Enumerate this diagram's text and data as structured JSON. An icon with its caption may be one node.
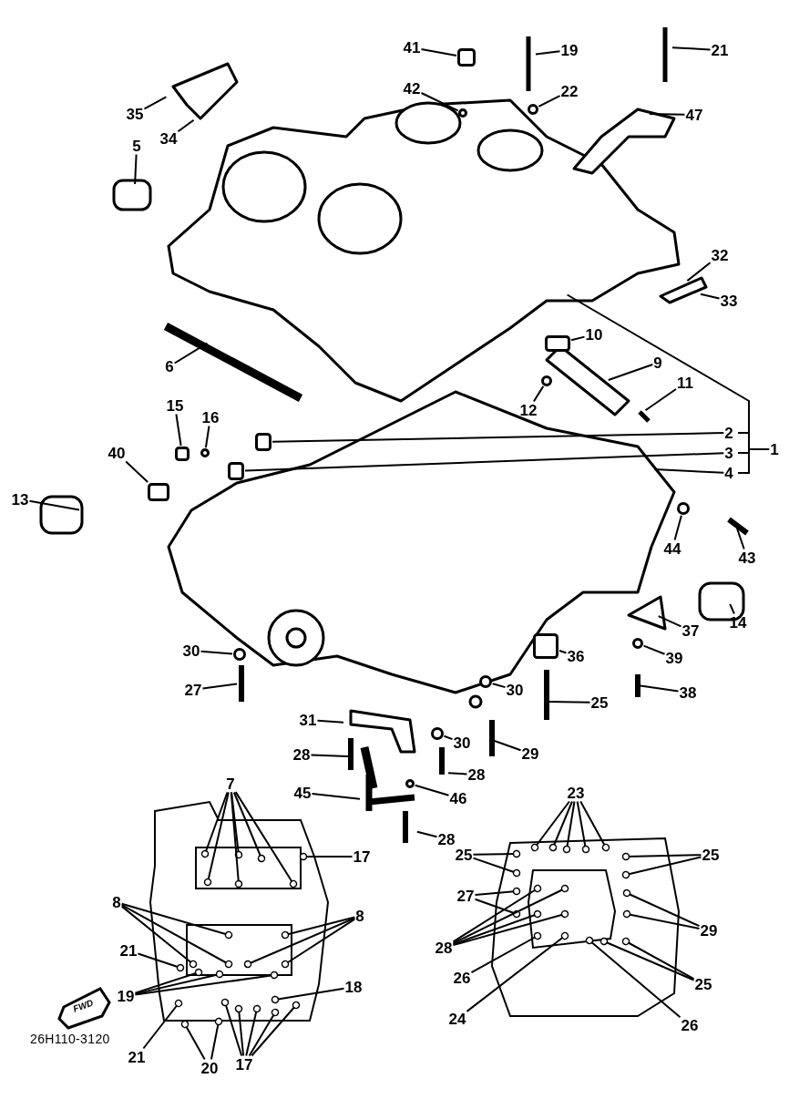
{
  "diagram": {
    "nodes": [
      {
        "text": [
          "41"
        ]
      },
      {
        "text": [
          "19"
        ]
      },
      {
        "text": [
          "21"
        ]
      },
      {
        "text": [
          "42"
        ]
      },
      {
        "text": [
          "22"
        ]
      },
      {
        "text": [
          "47"
        ]
      },
      {
        "text": [
          "35"
        ]
      },
      {
        "text": [
          "34"
        ]
      },
      {
        "text": [
          "5"
        ]
      },
      {
        "text": [
          "32"
        ]
      },
      {
        "text": [
          "33"
        ]
      },
      {
        "text": [
          "10"
        ]
      },
      {
        "text": [
          "9"
        ]
      },
      {
        "text": [
          "6"
        ]
      },
      {
        "text": [
          "12"
        ]
      },
      {
        "text": [
          "11"
        ]
      },
      {
        "text": [
          "15"
        ]
      },
      {
        "text": [
          "16"
        ]
      },
      {
        "text": [
          "2"
        ]
      },
      {
        "text": [
          "1"
        ]
      },
      {
        "text": [
          "3"
        ]
      },
      {
        "text": [
          "4"
        ]
      },
      {
        "text": [
          "40"
        ]
      },
      {
        "text": [
          "13"
        ]
      },
      {
        "text": [
          "44"
        ]
      },
      {
        "text": [
          "43"
        ]
      },
      {
        "text": [
          "37"
        ]
      },
      {
        "text": [
          "14"
        ]
      },
      {
        "text": [
          "36"
        ]
      },
      {
        "text": [
          "30"
        ]
      },
      {
        "text": [
          "39"
        ]
      },
      {
        "text": [
          "27"
        ]
      },
      {
        "text": [
          "38"
        ]
      },
      {
        "text": [
          "30"
        ]
      },
      {
        "text": [
          "25"
        ]
      },
      {
        "text": [
          "31"
        ]
      },
      {
        "text": [
          "30"
        ]
      },
      {
        "text": [
          "29"
        ]
      },
      {
        "text": [
          "28"
        ]
      },
      {
        "text": [
          "28"
        ]
      },
      {
        "text": [
          "45"
        ]
      },
      {
        "text": [
          "46"
        ]
      },
      {
        "text": [
          "28"
        ]
      },
      {
        "text": [
          "7"
        ]
      },
      {
        "text": [
          "17"
        ]
      },
      {
        "text": [
          "23"
        ]
      },
      {
        "text": [
          "25"
        ]
      },
      {
        "text": [
          "25"
        ]
      },
      {
        "text": [
          "27"
        ]
      },
      {
        "text": [
          "8"
        ]
      },
      {
        "text": [
          "8"
        ]
      },
      {
        "text": [
          "21"
        ]
      },
      {
        "text": [
          "28"
        ]
      },
      {
        "text": [
          "29"
        ]
      },
      {
        "text": [
          "19"
        ]
      },
      {
        "text": [
          "18"
        ]
      },
      {
        "text": [
          "26"
        ]
      },
      {
        "text": [
          "25"
        ]
      },
      {
        "text": [
          "24"
        ]
      },
      {
        "text": [
          "26"
        ]
      },
      {
        "text": [
          "21"
        ]
      },
      {
        "text": [
          "20"
        ]
      },
      {
        "text": [
          "17"
        ]
      },
      {
        "text": [],
        "shape": "box"
      },
      {
        "text": [],
        "shape": "circle"
      },
      {
        "text": [],
        "shape": "circle"
      },
      {
        "text": [],
        "shape": "box"
      },
      {
        "text": [],
        "shape": "circle"
      },
      {
        "text": [],
        "shape": "box"
      },
      {
        "text": [],
        "shape": "box"
      },
      {
        "text": [],
        "shape": "circle"
      },
      {
        "text": [],
        "shape": "box"
      },
      {
        "text": [],
        "shape": "circle"
      },
      {
        "text": [],
        "shape": "box"
      },
      {
        "text": [],
        "shape": "circle"
      },
      {
        "text": [],
        "shape": "box"
      },
      {
        "text": [],
        "shape": "circle"
      },
      {
        "text": [],
        "shape": "circle"
      },
      {
        "text": [],
        "shape": "circle"
      },
      {
        "text": [],
        "shape": "circle"
      }
    ],
    "edges": [
      {
        "from": 0,
        "to": 63,
        "arrow": "none"
      },
      {
        "from": 1,
        "to": null,
        "arrow": "none"
      },
      {
        "from": 2,
        "to": null,
        "arrow": "none"
      },
      {
        "from": 3,
        "to": 64,
        "arrow": "none"
      },
      {
        "from": 4,
        "to": 65,
        "arrow": "none"
      },
      {
        "from": 5,
        "to": null,
        "arrow": "none"
      },
      {
        "from": 6,
        "to": null,
        "arrow": "none"
      },
      {
        "from": 7,
        "to": null,
        "arrow": "none"
      },
      {
        "from": 8,
        "to": null,
        "arrow": "none"
      },
      {
        "from": 9,
        "to": null,
        "arrow": "none"
      },
      {
        "from": 10,
        "to": null,
        "arrow": "none"
      },
      {
        "from": 11,
        "to": 66,
        "arrow": "none"
      },
      {
        "from": 12,
        "to": null,
        "arrow": "none"
      },
      {
        "from": 13,
        "to": null,
        "arrow": "none"
      },
      {
        "from": 14,
        "to": 67,
        "arrow": "none"
      },
      {
        "from": 15,
        "to": null,
        "arrow": "none"
      },
      {
        "from": 16,
        "to": 73,
        "arrow": "none"
      },
      {
        "from": 17,
        "to": 74,
        "arrow": "none"
      },
      {
        "from": 18,
        "to": 68,
        "arrow": "none"
      },
      {
        "from": 19,
        "to": null,
        "arrow": "none"
      },
      {
        "from": 20,
        "to": 69,
        "arrow": "none"
      },
      {
        "from": 21,
        "to": null,
        "arrow": "none"
      },
      {
        "from": 22,
        "to": 75,
        "arrow": "none"
      },
      {
        "from": 23,
        "to": null,
        "arrow": "none"
      },
      {
        "from": 24,
        "to": 70,
        "arrow": "none"
      },
      {
        "from": 25,
        "to": null,
        "arrow": "none"
      },
      {
        "from": 26,
        "to": null,
        "arrow": "none"
      },
      {
        "from": 27,
        "to": null,
        "arrow": "none"
      },
      {
        "from": 28,
        "to": 71,
        "arrow": "none"
      },
      {
        "from": 29,
        "to": 76,
        "arrow": "none"
      },
      {
        "from": 30,
        "to": 77,
        "arrow": "none"
      },
      {
        "from": 31,
        "to": null,
        "arrow": "none"
      },
      {
        "from": 32,
        "to": null,
        "arrow": "none"
      },
      {
        "from": 33,
        "to": 72,
        "arrow": "none"
      },
      {
        "from": 34,
        "to": null,
        "arrow": "none"
      },
      {
        "from": 35,
        "to": null,
        "arrow": "none"
      },
      {
        "from": 36,
        "to": 78,
        "arrow": "none"
      },
      {
        "from": 37,
        "to": null,
        "arrow": "none"
      },
      {
        "from": 38,
        "to": null,
        "arrow": "none"
      },
      {
        "from": 39,
        "to": null,
        "arrow": "none"
      },
      {
        "from": 40,
        "to": null,
        "arrow": "none"
      },
      {
        "from": 41,
        "to": 79,
        "arrow": "none"
      },
      {
        "from": 42,
        "to": null,
        "arrow": "none"
      },
      {
        "from": 43,
        "to": null,
        "arrow": "other"
      },
      {
        "from": 43,
        "to": null,
        "arrow": "other"
      },
      {
        "from": 43,
        "to": null,
        "arrow": "other"
      },
      {
        "from": 43,
        "to": null,
        "arrow": "other"
      },
      {
        "from": 43,
        "to": null,
        "arrow": "other"
      },
      {
        "from": 43,
        "to": null,
        "arrow": "other"
      },
      {
        "from": 44,
        "to": null,
        "arrow": "other"
      },
      {
        "from": 45,
        "to": null,
        "arrow": "other"
      },
      {
        "from": 45,
        "to": null,
        "arrow": "other"
      },
      {
        "from": 45,
        "to": null,
        "arrow": "other"
      },
      {
        "from": 45,
        "to": null,
        "arrow": "other"
      },
      {
        "from": 45,
        "to": null,
        "arrow": "other"
      },
      {
        "from": 46,
        "to": null,
        "arrow": "other"
      },
      {
        "from": 46,
        "to": null,
        "arrow": "other"
      },
      {
        "from": 47,
        "to": null,
        "arrow": "other"
      },
      {
        "from": 47,
        "to": null,
        "arrow": "other"
      },
      {
        "from": 48,
        "to": null,
        "arrow": "other"
      },
      {
        "from": 48,
        "to": null,
        "arrow": "other"
      },
      {
        "from": 49,
        "to": null,
        "arrow": "other"
      },
      {
        "from": 49,
        "to": null,
        "arrow": "other"
      },
      {
        "from": 49,
        "to": null,
        "arrow": "other"
      },
      {
        "from": 50,
        "to": null,
        "arrow": "other"
      },
      {
        "from": 50,
        "to": null,
        "arrow": "other"
      },
      {
        "from": 50,
        "to": null,
        "arrow": "other"
      },
      {
        "from": 51,
        "to": null,
        "arrow": "other"
      },
      {
        "from": 52,
        "to": null,
        "arrow": "other"
      },
      {
        "from": 52,
        "to": null,
        "arrow": "other"
      },
      {
        "from": 52,
        "to": null,
        "arrow": "other"
      },
      {
        "from": 52,
        "to": null,
        "arrow": "other"
      },
      {
        "from": 53,
        "to": null,
        "arrow": "other"
      },
      {
        "from": 53,
        "to": null,
        "arrow": "other"
      },
      {
        "from": 54,
        "to": null,
        "arrow": "other"
      },
      {
        "from": 54,
        "to": null,
        "arrow": "other"
      },
      {
        "from": 54,
        "to": null,
        "arrow": "other"
      },
      {
        "from": 55,
        "to": null,
        "arrow": "other"
      },
      {
        "from": 56,
        "to": null,
        "arrow": "other"
      },
      {
        "from": 57,
        "to": null,
        "arrow": "other"
      },
      {
        "from": 57,
        "to": null,
        "arrow": "other"
      },
      {
        "from": 58,
        "to": null,
        "arrow": "other"
      },
      {
        "from": 59,
        "to": null,
        "arrow": "other"
      },
      {
        "from": 60,
        "to": null,
        "arrow": "other"
      },
      {
        "from": 61,
        "to": null,
        "arrow": "other"
      },
      {
        "from": 61,
        "to": null,
        "arrow": "other"
      },
      {
        "from": 62,
        "to": null,
        "arrow": "other"
      },
      {
        "from": 62,
        "to": null,
        "arrow": "other"
      },
      {
        "from": 62,
        "to": null,
        "arrow": "other"
      },
      {
        "from": 62,
        "to": null,
        "arrow": "other"
      },
      {
        "from": 62,
        "to": null,
        "arrow": "other"
      }
    ],
    "labels": [
      "FWD",
      "26H110-3120"
    ]
  }
}
